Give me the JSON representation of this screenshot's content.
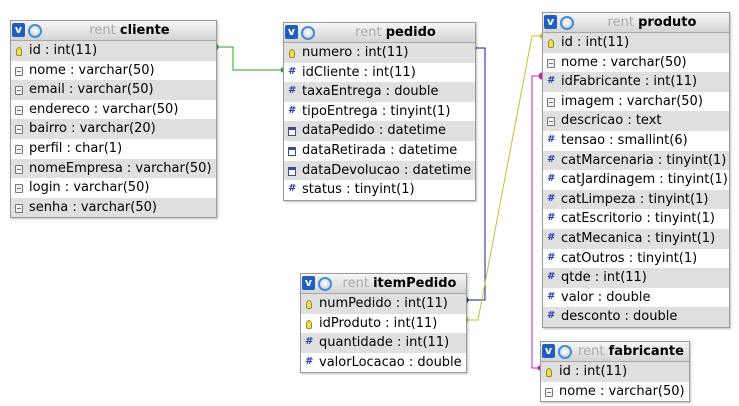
{
  "tables": [
    {
      "key": "cliente",
      "db": "rent",
      "name": "cliente",
      "fields": [
        {
          "label": "id : int(11)",
          "icon": "primary-key-icon"
        },
        {
          "label": "nome : varchar(50)",
          "icon": "text-type-icon"
        },
        {
          "label": "email : varchar(50)",
          "icon": "text-type-icon"
        },
        {
          "label": "endereco : varchar(50)",
          "icon": "text-type-icon"
        },
        {
          "label": "bairro : varchar(20)",
          "icon": "text-type-icon"
        },
        {
          "label": "perfil : char(1)",
          "icon": "text-type-icon"
        },
        {
          "label": "nomeEmpresa : varchar(50)",
          "icon": "text-type-icon"
        },
        {
          "label": "login : varchar(50)",
          "icon": "text-type-icon"
        },
        {
          "label": "senha : varchar(50)",
          "icon": "text-type-icon"
        }
      ]
    },
    {
      "key": "pedido",
      "db": "rent",
      "name": "pedido",
      "fields": [
        {
          "label": "numero : int(11)",
          "icon": "primary-key-icon"
        },
        {
          "label": "idCliente : int(11)",
          "icon": "numeric-type-icon"
        },
        {
          "label": "taxaEntrega : double",
          "icon": "numeric-type-icon"
        },
        {
          "label": "tipoEntrega : tinyint(1)",
          "icon": "numeric-type-icon"
        },
        {
          "label": "dataPedido : datetime",
          "icon": "datetime-type-icon"
        },
        {
          "label": "dataRetirada : datetime",
          "icon": "datetime-type-icon"
        },
        {
          "label": "dataDevolucao : datetime",
          "icon": "datetime-type-icon"
        },
        {
          "label": "status : tinyint(1)",
          "icon": "numeric-type-icon"
        }
      ]
    },
    {
      "key": "produto",
      "db": "rent",
      "name": "produto",
      "fields": [
        {
          "label": "id : int(11)",
          "icon": "primary-key-icon"
        },
        {
          "label": "nome : varchar(50)",
          "icon": "text-type-icon"
        },
        {
          "label": "idFabricante : int(11)",
          "icon": "numeric-type-icon"
        },
        {
          "label": "imagem : varchar(50)",
          "icon": "text-type-icon"
        },
        {
          "label": "descricao : text",
          "icon": "text-type-icon"
        },
        {
          "label": "tensao : smallint(6)",
          "icon": "numeric-type-icon"
        },
        {
          "label": "catMarcenaria : tinyint(1)",
          "icon": "numeric-type-icon"
        },
        {
          "label": "catJardinagem : tinyint(1)",
          "icon": "numeric-type-icon"
        },
        {
          "label": "catLimpeza : tinyint(1)",
          "icon": "numeric-type-icon"
        },
        {
          "label": "catEscritorio : tinyint(1)",
          "icon": "numeric-type-icon"
        },
        {
          "label": "catMecanica : tinyint(1)",
          "icon": "numeric-type-icon"
        },
        {
          "label": "catOutros : tinyint(1)",
          "icon": "numeric-type-icon"
        },
        {
          "label": "qtde : int(11)",
          "icon": "numeric-type-icon"
        },
        {
          "label": "valor : double",
          "icon": "numeric-type-icon"
        },
        {
          "label": "desconto : double",
          "icon": "numeric-type-icon"
        }
      ]
    },
    {
      "key": "itemPedido",
      "db": "rent",
      "name": "itemPedido",
      "fields": [
        {
          "label": "numPedido : int(11)",
          "icon": "primary-key-icon"
        },
        {
          "label": "idProduto : int(11)",
          "icon": "primary-key-icon"
        },
        {
          "label": "quantidade : int(11)",
          "icon": "numeric-type-icon"
        },
        {
          "label": "valorLocacao : double",
          "icon": "numeric-type-icon"
        }
      ]
    },
    {
      "key": "fabricante",
      "db": "rent",
      "name": "fabricante",
      "fields": [
        {
          "label": "id : int(11)",
          "icon": "primary-key-icon"
        },
        {
          "label": "nome : varchar(50)",
          "icon": "text-type-icon"
        }
      ]
    }
  ],
  "header_icons": {
    "toggle": "collapse-toggle-icon",
    "toggle_glyph": "v",
    "options": "gear-icon"
  },
  "relations": [
    {
      "from": "pedido.idCliente",
      "to": "cliente.id",
      "color": "#22aa22"
    },
    {
      "from": "itemPedido.numPedido",
      "to": "pedido.numero",
      "color": "#1a1aa0"
    },
    {
      "from": "itemPedido.idProduto",
      "to": "produto.id",
      "color": "#c8c030"
    },
    {
      "from": "produto.idFabricante",
      "to": "fabricante.id",
      "color": "#c020c0"
    }
  ]
}
